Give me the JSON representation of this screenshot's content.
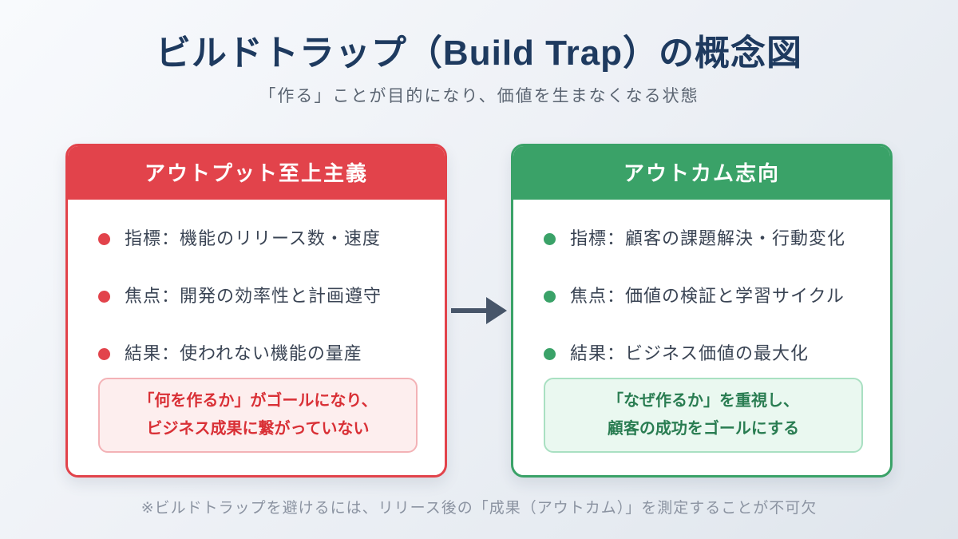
{
  "page": {
    "title": "ビルドトラップ（Build Trap）の概念図",
    "subtitle": "「作る」ことが目的になり、価値を生まなくなる状態",
    "footnote": "※ビルドトラップを避けるには、リリース後の「成果（アウトカム）」を測定することが不可欠"
  },
  "cards": [
    {
      "id": "output-supremacy",
      "header": "アウトプット至上主義",
      "items": [
        "指標：機能のリリース数・速度",
        "焦点：開発の効率性と計画遵守",
        "結果：使われない機能の量産"
      ],
      "callout_lines": [
        "「何を作るか」がゴールになり、",
        "ビジネス成果に繋がっていない"
      ]
    },
    {
      "id": "outcome-oriented",
      "header": "アウトカム志向",
      "items": [
        "指標：顧客の課題解決・行動変化",
        "焦点：価値の検証と学習サイクル",
        "結果：ビジネス価値の最大化"
      ],
      "callout_lines": [
        "「なぜ作るか」を重視し、",
        "顧客の成功をゴールにする"
      ]
    }
  ],
  "colors": {
    "title_navy": "#1e3a5f",
    "subtitle_gray": "#5b6572",
    "footnote_gray": "#8b93a1",
    "accent_red": "#e2434b",
    "accent_green": "#3aa268",
    "callout_red_text": "#d93036",
    "callout_red_bg": "#fdeeee",
    "callout_green_text": "#2a7d52",
    "callout_green_bg": "#eaf8f0",
    "arrow_slate": "#475569",
    "body_text": "#3a4454"
  }
}
